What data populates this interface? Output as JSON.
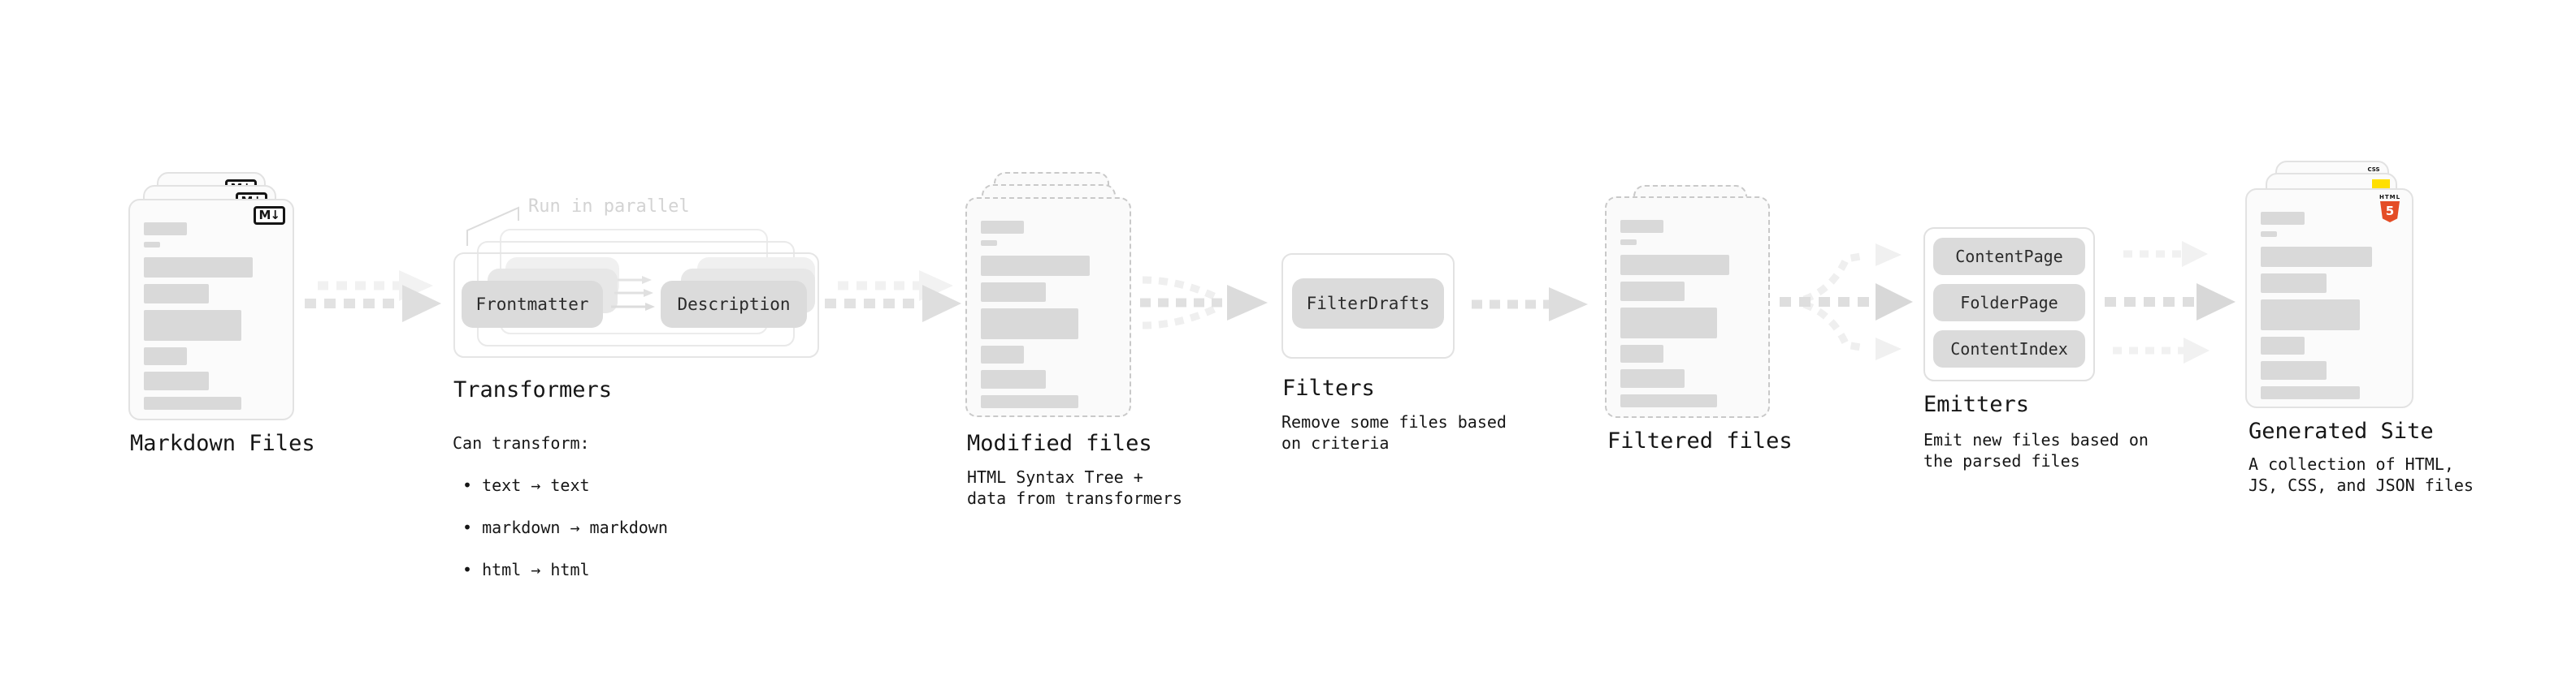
{
  "stages": {
    "markdown": {
      "label": "Markdown Files",
      "badge": "M↓"
    },
    "transformers": {
      "label": "Transformers",
      "annotation": "Run in parallel",
      "pills": [
        "Frontmatter",
        "Description"
      ],
      "caption_title": "Can transform:",
      "bullets": [
        "• text → text",
        "• markdown → markdown",
        "• html → html"
      ]
    },
    "modified": {
      "label": "Modified files",
      "caption": "HTML Syntax Tree +\ndata from transformers"
    },
    "filters": {
      "label": "Filters",
      "pill": "FilterDrafts",
      "caption": "Remove some files based\non criteria"
    },
    "filtered": {
      "label": "Filtered files"
    },
    "emitters": {
      "label": "Emitters",
      "pills": [
        "ContentPage",
        "FolderPage",
        "ContentIndex"
      ],
      "caption": "Emit new files based on\nthe parsed files"
    },
    "generated": {
      "label": "Generated Site",
      "caption": "A collection of HTML,\nJS, CSS, and JSON files",
      "badges": {
        "css": "CSS",
        "html_label": "HTML",
        "html_number": "5"
      }
    }
  },
  "colors": {
    "html5_orange": "#e44d26",
    "js_yellow": "#ffdf00",
    "css_blue": "#2d6ff0"
  }
}
